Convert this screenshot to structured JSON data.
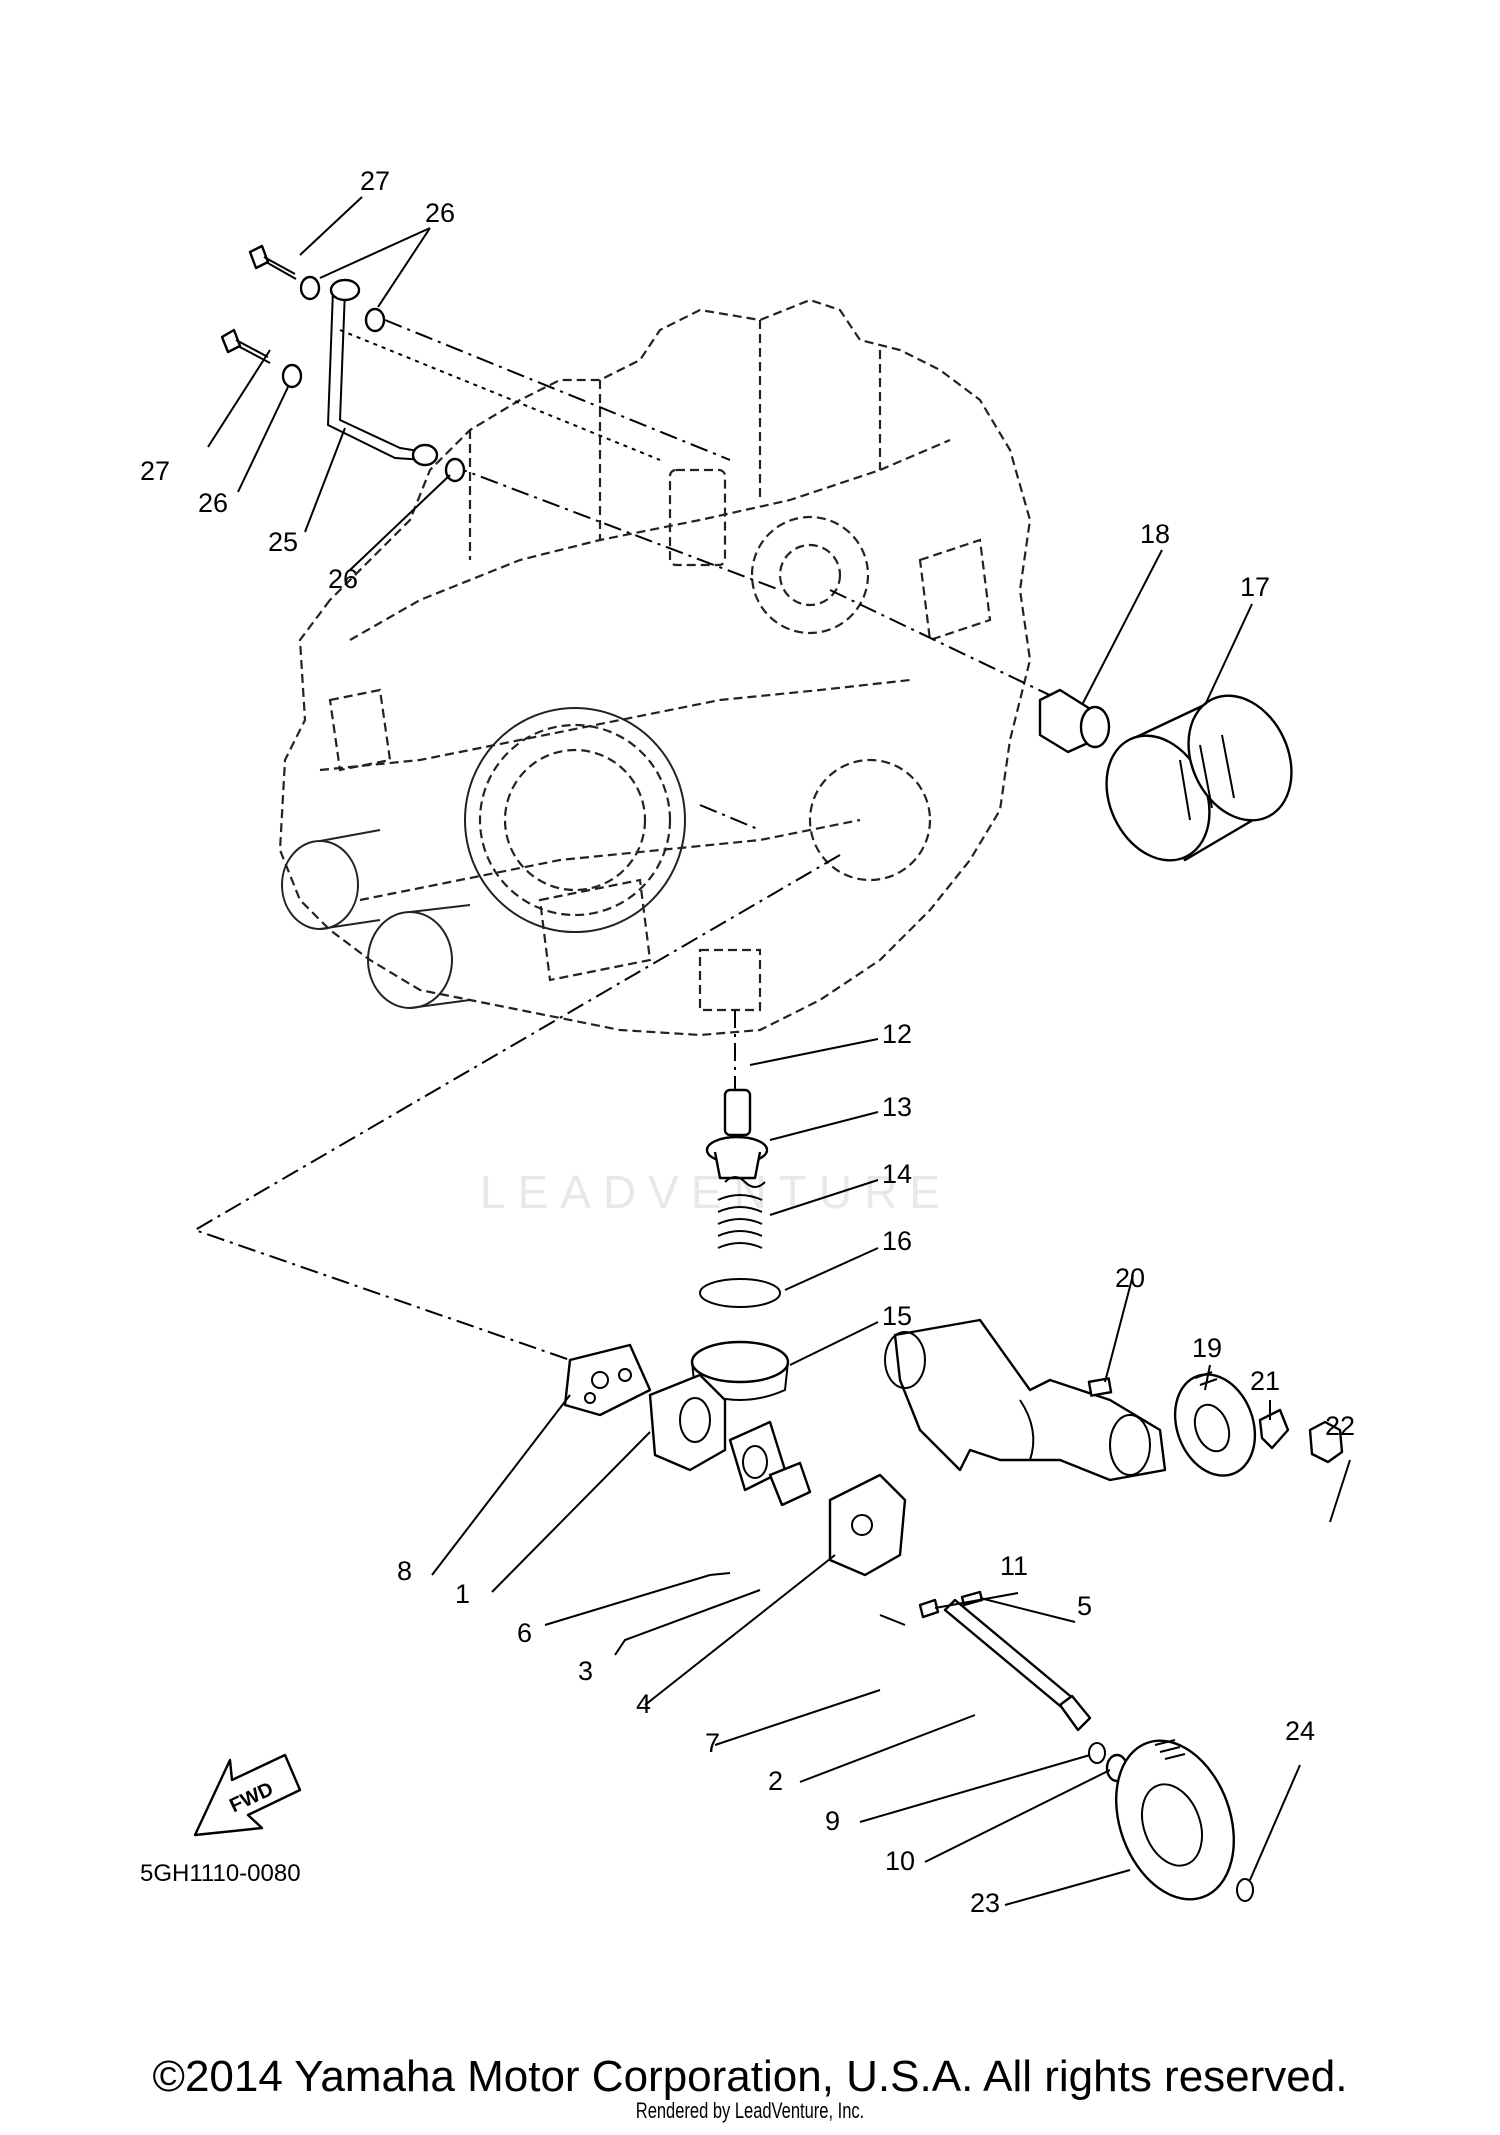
{
  "diagram": {
    "drawing_code": "5GH1110-0080",
    "fwd_label": "FWD",
    "watermark": "LEADVENTURE",
    "callouts": [
      "1",
      "2",
      "3",
      "4",
      "5",
      "6",
      "7",
      "8",
      "9",
      "10",
      "11",
      "12",
      "13",
      "14",
      "15",
      "16",
      "17",
      "18",
      "19",
      "20",
      "21",
      "22",
      "23",
      "24",
      "25",
      "26",
      "27"
    ]
  },
  "footer": {
    "copyright": "©2014 Yamaha Motor Corporation, U.S.A. All rights reserved.",
    "rendered_by": "Rendered by LeadVenture, Inc."
  }
}
